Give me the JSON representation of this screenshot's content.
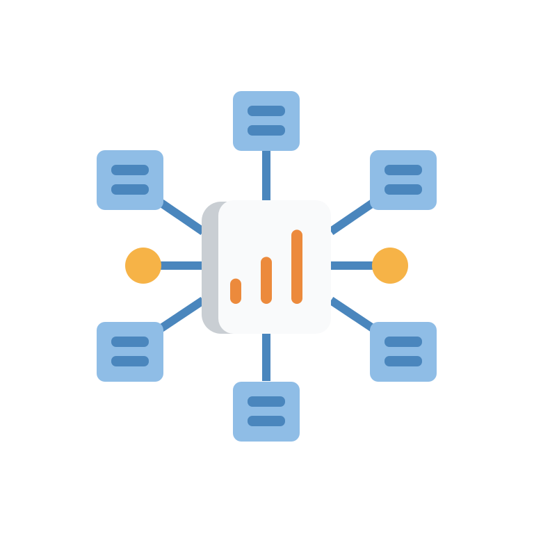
{
  "diagram": {
    "kind": "network-hub-icon",
    "hub": {
      "icon": "bar-chart-icon",
      "bar_levels": [
        0.28,
        0.52,
        0.82
      ]
    },
    "nodes": [
      {
        "id": "top",
        "icon": "database-server-icon",
        "shape": "square"
      },
      {
        "id": "upper-left",
        "icon": "database-server-icon",
        "shape": "square"
      },
      {
        "id": "upper-right",
        "icon": "database-server-icon",
        "shape": "square"
      },
      {
        "id": "left",
        "icon": "connection-dot-icon",
        "shape": "circle"
      },
      {
        "id": "right",
        "icon": "connection-dot-icon",
        "shape": "circle"
      },
      {
        "id": "lower-left",
        "icon": "database-server-icon",
        "shape": "square"
      },
      {
        "id": "lower-right",
        "icon": "database-server-icon",
        "shape": "square"
      },
      {
        "id": "bottom",
        "icon": "database-server-icon",
        "shape": "square"
      }
    ],
    "colors": {
      "node_fill": "#8fbde6",
      "node_stripe": "#4a86bd",
      "connector": "#4a86bd",
      "dot_fill": "#f6b347",
      "hub_face": "#f9fafb",
      "hub_side": "#c9ced3",
      "bar": "#ec8a3c",
      "background": "#ffffff"
    }
  }
}
